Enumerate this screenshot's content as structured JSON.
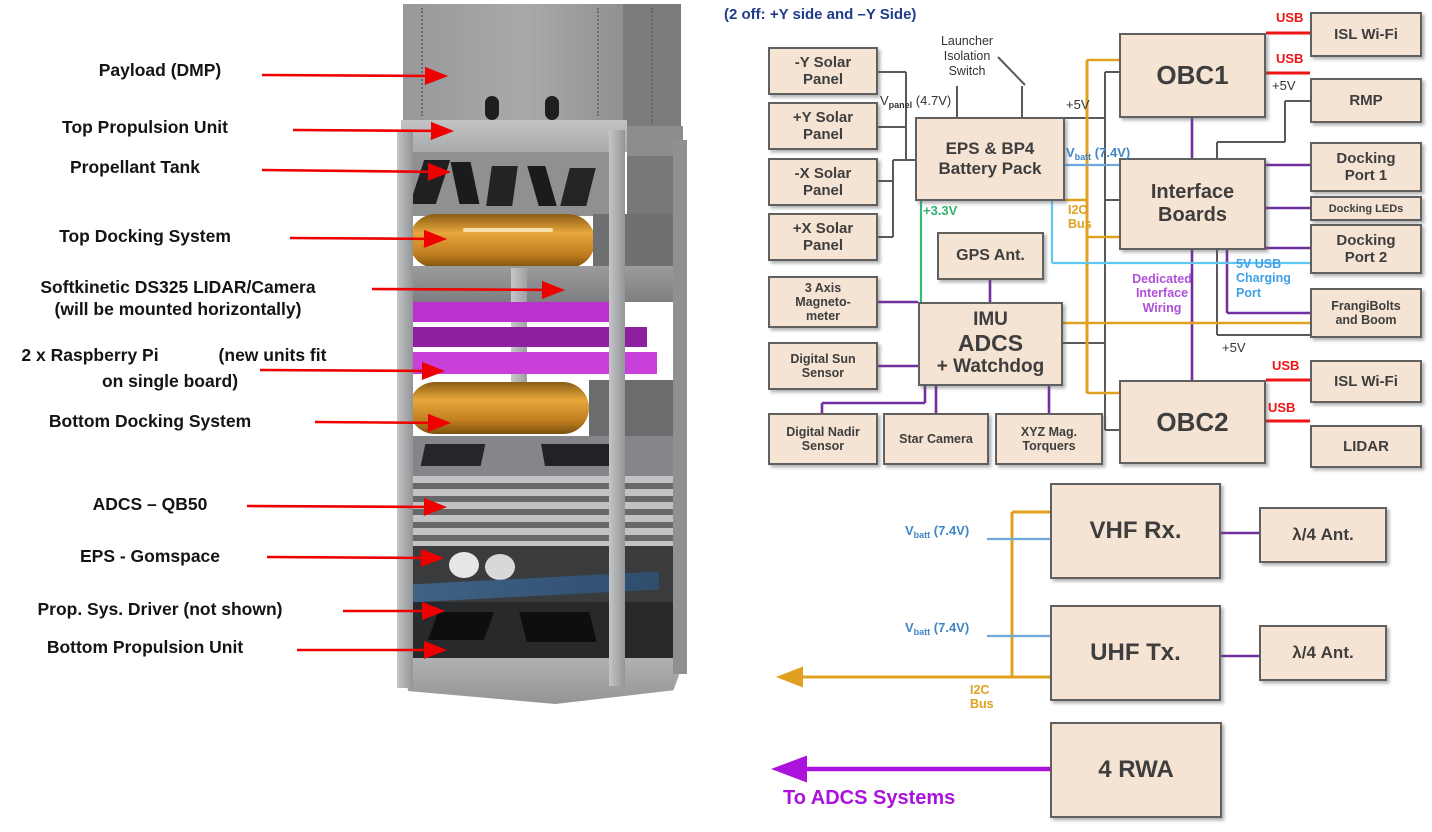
{
  "left": {
    "labels": [
      {
        "text": "Payload (DMP)"
      },
      {
        "text": "Top Propulsion Unit"
      },
      {
        "text": "Propellant Tank"
      },
      {
        "text": "Top Docking System"
      },
      {
        "text": "Softkinetic DS325 LIDAR/Camera\n(will be mounted horizontally)"
      },
      {
        "text": "2 x Raspberry Pi",
        "note1": "(new units fit",
        "note2": "on single board)"
      },
      {
        "text": "Bottom Docking System"
      },
      {
        "text": "ADCS – QB50"
      },
      {
        "text": "EPS - Gomspace"
      },
      {
        "text": "Prop. Sys. Driver (not shown)"
      },
      {
        "text": "Bottom Propulsion Unit"
      }
    ]
  },
  "diagram": {
    "note": "(2 off: +Y side and –Y Side)",
    "boxes": {
      "solar_ny": "-Y Solar\nPanel",
      "solar_py": "+Y Solar\nPanel",
      "solar_nx": "-X Solar\nPanel",
      "solar_px": "+X Solar\nPanel",
      "eps": "EPS & BP4\nBattery Pack",
      "gps": "GPS Ant.",
      "magnetometer": "3 Axis\nMagneto-\nmeter",
      "sun_sensor": "Digital Sun\nSensor",
      "imu_l1": "IMU",
      "imu_l2": "ADCS",
      "imu_l3": "+ Watchdog",
      "nadir": "Digital Nadir\nSensor",
      "star_camera": "Star Camera",
      "torquers": "XYZ Mag.\nTorquers",
      "obc1": "OBC1",
      "obc2": "OBC2",
      "interface_boards": "Interface\nBoards",
      "isl_wifi_1": "ISL Wi-Fi",
      "rmp": "RMP",
      "docking_port_1": "Docking\nPort 1",
      "docking_leds": "Docking LEDs",
      "docking_port_2": "Docking\nPort 2",
      "frangibolts": "FrangiBolts\nand Boom",
      "isl_wifi_2": "ISL Wi-Fi",
      "lidar": "LIDAR",
      "vhf": "VHF Rx.",
      "ant1": "λ/4 Ant.",
      "uhf": "UHF Tx.",
      "ant2": "λ/4 Ant.",
      "rwa": "4 RWA",
      "launcher_switch": "Launcher\nIsolation\nSwitch"
    },
    "line_labels": {
      "usb_obc1_wifi": "USB",
      "usb_obc1_rmp": "USB",
      "plus5v_rmp": "+5V",
      "plus5v_obc1": "+5V",
      "plus5v_frangi": "+5V",
      "usb_obc2_wifi": "USB",
      "usb_obc2_lidar": "USB",
      "vpanel": {
        "base": "V",
        "sub": "panel",
        "rest": " (4.7V)"
      },
      "vbatt_interface": {
        "base": "V",
        "sub": "batt",
        "rest": " (7.4V)"
      },
      "vbatt_vhf": {
        "base": "V",
        "sub": "batt",
        "rest": " (7.4V)"
      },
      "vbatt_uhf": {
        "base": "V",
        "sub": "batt",
        "rest": " (7.4V)"
      },
      "i2c_top": "I2C\nBus",
      "i2c_bottom": "I2C\nBus",
      "plus33": "+3.3V",
      "dedicated": "Dedicated\nInterface\nWiring",
      "charging": "5V USB\nCharging\nPort",
      "to_adcs": "To ADCS Systems"
    },
    "colors": {
      "usb_red": "#F01414",
      "wiring_purple": "#7030A0",
      "adcs_magenta": "#AB12DC",
      "i2c_orange": "#DFA11F",
      "vbatt_blue": "#3E86C8",
      "charging_cyan": "#3FA0E8",
      "v33_green": "#2EB26E",
      "note_navy": "#1F3C8C",
      "box_fill": "#F5E3D3",
      "callout_red": "#EE0000"
    }
  }
}
